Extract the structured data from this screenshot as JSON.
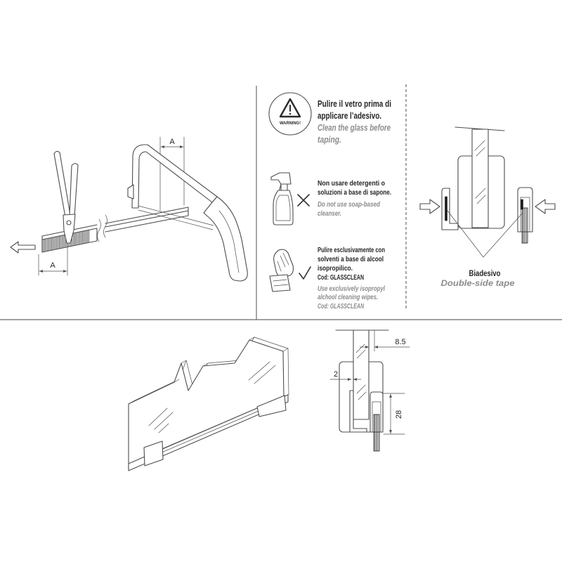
{
  "cutting_step": {
    "saw_dimension_label": "A",
    "pliers_dimension_label": "A"
  },
  "warning": {
    "icon": "warning-triangle-icon",
    "icon_label": "WARNING!",
    "it_lines": [
      "Pulire il vetro prima di",
      "applicare l’adesivo."
    ],
    "en_lines": [
      "Clean the glass before",
      "taping."
    ]
  },
  "no_soap": {
    "icon": "spray-bottle-icon",
    "mark": "cross-mark-icon",
    "it_lines": [
      "Non usare detergenti o",
      "soluzioni a base di sapone."
    ],
    "en_lines": [
      "Do not use soap-based",
      "cleanser."
    ]
  },
  "alcohol_clean": {
    "icon": "hand-wipe-icon",
    "mark": "check-mark-icon",
    "it_lines": [
      "Pulire esclusivamente con",
      "solventi a base di alcool",
      "isopropilico.",
      "Cod: GLASSCLEAN"
    ],
    "en_lines": [
      "Use exclusively isopropyl",
      "alchool cleaning wipes.",
      "Cod: GLASSCLEAN"
    ]
  },
  "tape_section": {
    "it_label": "Biadesivo",
    "en_label": "Double-side tape"
  },
  "dimensions": {
    "offset": "8.5",
    "gap": "2",
    "height": "28"
  },
  "colors": {
    "line": "#4d4d4d",
    "text": "#262626",
    "subtext": "#8c8c8c",
    "tape": "#1a1a1a"
  }
}
